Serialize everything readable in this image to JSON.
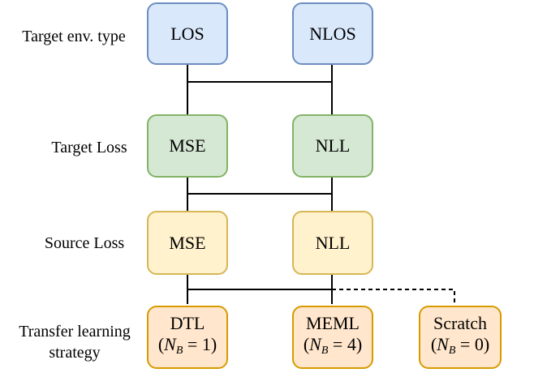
{
  "row_labels": {
    "env": "Target env. type",
    "target_loss": "Target Loss",
    "source_loss": "Source Loss",
    "strategy_line1": "Transfer learning",
    "strategy_line2": "strategy"
  },
  "env_boxes": {
    "left": "LOS",
    "right": "NLOS"
  },
  "target_loss_boxes": {
    "left": "MSE",
    "right": "NLL"
  },
  "source_loss_boxes": {
    "left": "MSE",
    "right": "NLL"
  },
  "strategy_boxes": {
    "dtl": {
      "title": "DTL",
      "value": "1"
    },
    "meml": {
      "title": "MEML",
      "value": "4"
    },
    "scratch": {
      "title": "Scratch",
      "value": "0"
    }
  },
  "colors": {
    "env": "#dae8fc",
    "target_loss": "#d5e8d4",
    "source_loss": "#fff2cc",
    "strategy": "#ffe6cc"
  }
}
